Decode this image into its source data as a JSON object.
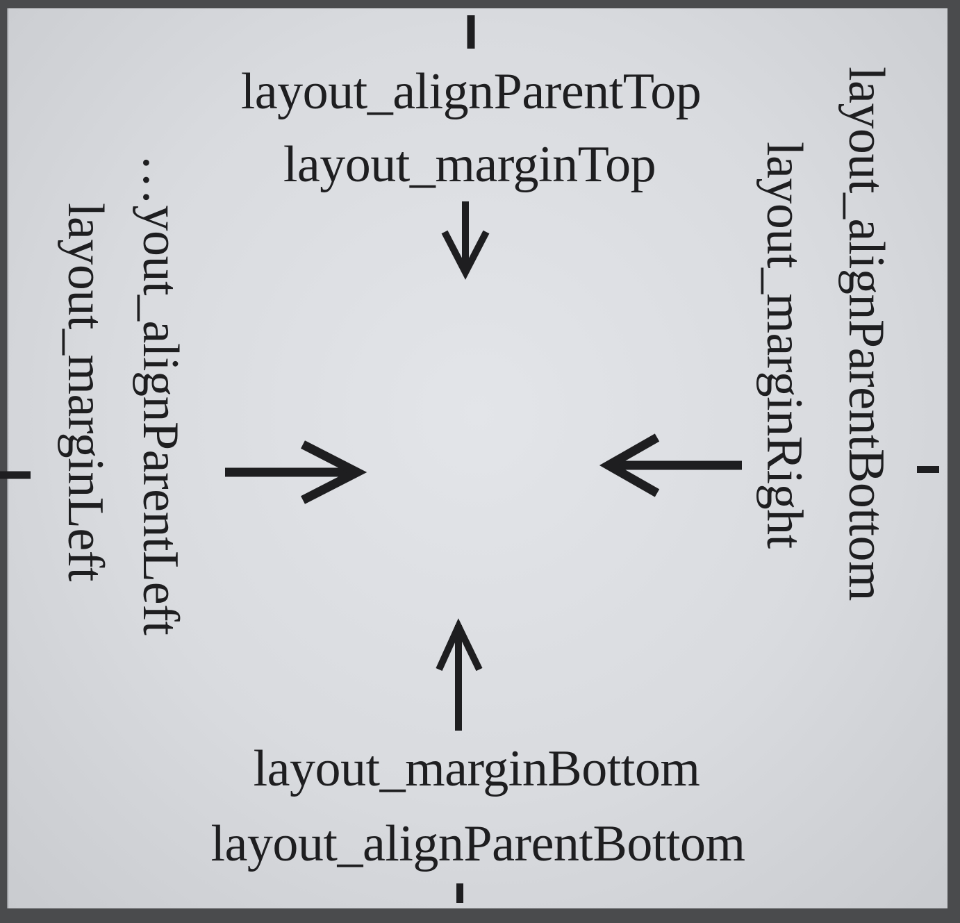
{
  "labels": {
    "top_1": "layout_alignParentTop",
    "top_2": "layout_marginTop",
    "bottom_1": "layout_marginBottom",
    "bottom_2": "layout_alignParentBottom",
    "left_1": "…yout_alignParentLeft",
    "left_2": "layout_marginLeft",
    "right_1": "layout_alignParentBottom",
    "right_2": "layout_marginRight"
  },
  "colors": {
    "ink": "#1e1e20",
    "paper": "#dfe1e5",
    "background": "#3c3d3f"
  },
  "icons": {
    "arrow_top": "arrow-down-icon",
    "arrow_bottom": "arrow-up-icon",
    "arrow_left": "arrow-right-icon",
    "arrow_right": "arrow-left-icon"
  }
}
